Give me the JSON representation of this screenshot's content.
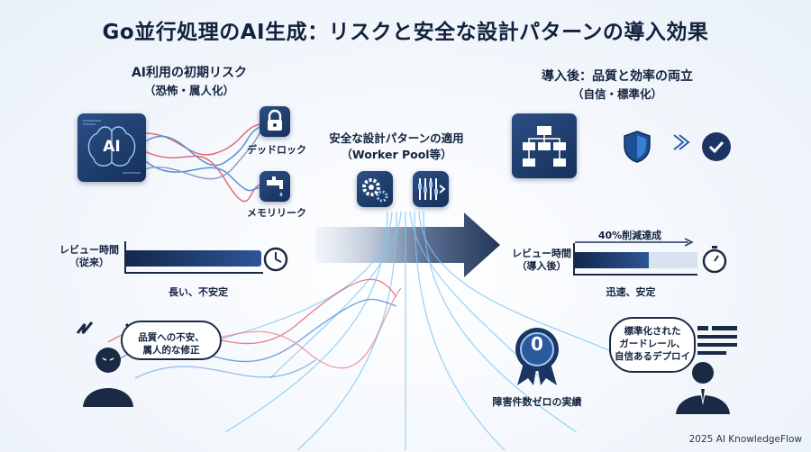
{
  "title": "Go並行処理のAI生成：リスクと安全な設計パターンの導入効果",
  "left": {
    "title": "AI利用の初期リスク",
    "subtitle": "（恐怖・属人化）",
    "ai_label": "AI",
    "risk1": "デッドロック",
    "risk2": "メモリリーク",
    "review_label_line1": "レビュー時間",
    "review_label_line2": "（従来）",
    "review_fill": 1.0,
    "review_note": "長い、不安定",
    "bubble_line1": "品質への不安、",
    "bubble_line2": "属人的な修正"
  },
  "center": {
    "title": "安全な設計パターンの適用",
    "subtitle": "（Worker Pool等）"
  },
  "right": {
    "title": "導入後：品質と効率の両立",
    "subtitle": "（自信・標準化）",
    "reduction_label": "40%削減達成",
    "review_label_line1": "レビュー時間",
    "review_label_line2": "（導入後）",
    "review_fill": 0.6,
    "review_note": "迅速、安定",
    "badge_value": "0",
    "badge_label": "障害件数ゼロの実績",
    "bubble_line1": "標準化された",
    "bubble_line2": "ガードレール、",
    "bubble_line3": "自信あるデプロイ"
  },
  "footer": "2025 AI KnowledgeFlow",
  "colors": {
    "navy": "#1b3563",
    "accent_blue": "#2f8fe0",
    "risk_red": "#e0505a"
  }
}
